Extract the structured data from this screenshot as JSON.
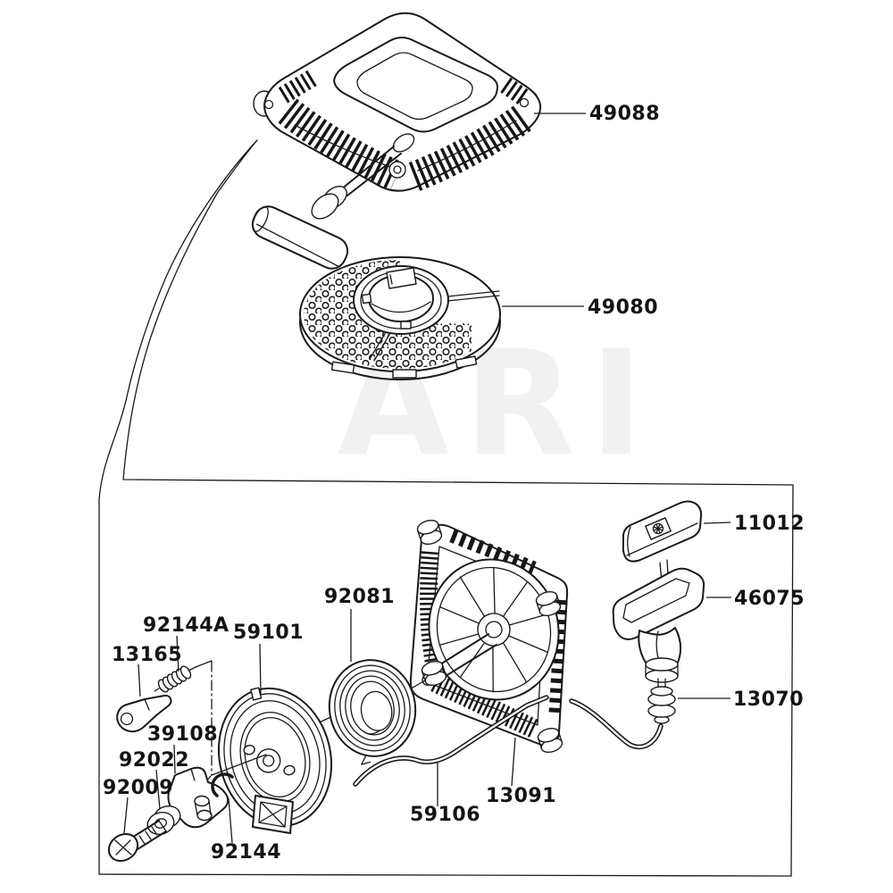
{
  "watermark": {
    "text": "ARI",
    "color": "#f1f1f1"
  },
  "colors": {
    "background": "#ffffff",
    "line": "#1a1a1a",
    "label": "#141414"
  },
  "labels": {
    "p49088": "49088",
    "p49080": "49080",
    "p11012": "11012",
    "p46075": "46075",
    "p13070": "13070",
    "p92081": "92081",
    "p59101": "59101",
    "p92144A": "92144A",
    "p13165": "13165",
    "p39108": "39108",
    "p92022": "92022",
    "p92009": "92009",
    "p92144": "92144",
    "p59106": "59106",
    "p13091": "13091"
  }
}
